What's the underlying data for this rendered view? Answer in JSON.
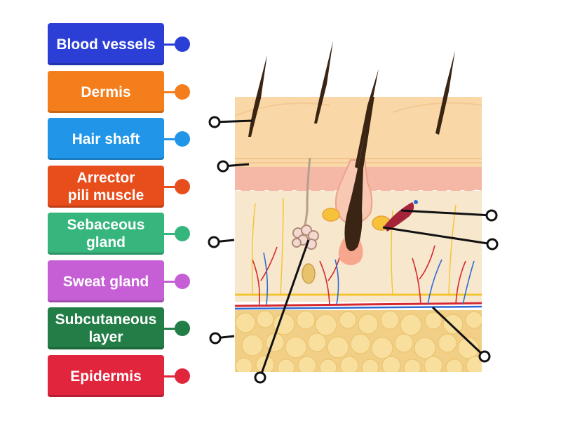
{
  "labels": [
    {
      "text": "Blood vessels",
      "color": "#2b3fd6"
    },
    {
      "text": "Dermis",
      "color": "#f57e1c"
    },
    {
      "text": "Hair shaft",
      "color": "#2196e8"
    },
    {
      "text": "Arrector\npili muscle",
      "color": "#e84d1c"
    },
    {
      "text": "Sebaceous\ngland",
      "color": "#36b57d"
    },
    {
      "text": "Sweat gland",
      "color": "#c65fd6"
    },
    {
      "text": "Subcutaneous\nlayer",
      "color": "#237d46"
    },
    {
      "text": "Epidermis",
      "color": "#e0253c"
    }
  ],
  "diagram": {
    "colors": {
      "epidermis": "#f9d7a6",
      "papillary": "#f6b8a6",
      "dermis": "#f6e7cd",
      "fat_bg": "#f2cf86",
      "fat_cell": "#f8df9d",
      "hair": "#3a2413",
      "vessel_red": "#d6282e",
      "vessel_blue": "#2f6bd2",
      "nerve": "#f4c430",
      "pin": "#111111"
    }
  }
}
